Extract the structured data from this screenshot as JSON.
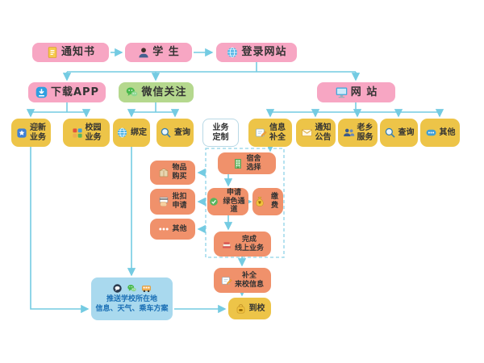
{
  "colors": {
    "pink": "#f7a6c3",
    "green": "#b5d88e",
    "yellow": "#edc448",
    "orange": "#f0916b",
    "blue_panel": "#a9d9ee",
    "arrow": "#74cbe2",
    "panel_text": "#1a6fb5"
  },
  "nodes": {
    "notice": "通知书",
    "student": "学 生",
    "login": "登录网站",
    "download_app": "下载APP",
    "wechat_follow": "微信关注",
    "website": "网 站",
    "welcome_service": "迎新\n业务",
    "campus_service": "校园\n业务",
    "bind": "绑定",
    "wechat_query": "查询",
    "business_custom": "业务\n定制",
    "info_completion": "信息\n补全",
    "announcements": "通知\n公告",
    "hometown_service": "老乡\n服务",
    "web_query": "查询",
    "web_other": "其他",
    "item_purchase": "物品\n购买",
    "deduction_apply": "批扣\n申请",
    "app_other": "其他",
    "dorm_select": "宿舍\n选择",
    "green_channel": "申请\n绿色通道",
    "pay_fee": "缴费",
    "finish_online": "完成\n线上业务",
    "arrival_info": "补全\n来校信息",
    "arrive_school": "到校",
    "push_panel": "推送学校所在地\n信息、天气、乘车方案"
  }
}
